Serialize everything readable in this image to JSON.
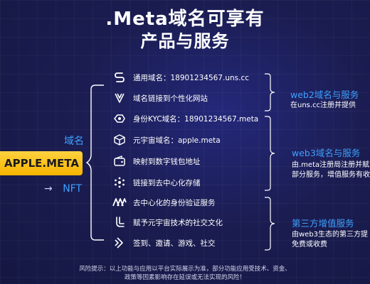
{
  "title": {
    "line1": ".Meta域名可享有",
    "line2": "产品与服务"
  },
  "left": {
    "domain_label": "域名",
    "main_label": "APPLE.META",
    "nft_arrow": "→",
    "nft_label": "NFT"
  },
  "items": [
    {
      "icon": "s-logo-icon",
      "text": "通用域名：18901234567.uns.cc"
    },
    {
      "icon": "v-logo-icon",
      "text": "域名链接到个性化网站"
    },
    {
      "icon": "kyc-id-icon",
      "text": "身份KYC域名：18901234567.meta"
    },
    {
      "icon": "metaverse-cube-icon",
      "text": "元宇宙域名：apple.meta"
    },
    {
      "icon": "wallet-link-icon",
      "text": "映射到数字钱包地址"
    },
    {
      "icon": "decentralized-storage-icon",
      "text": "链接到去中心化存储"
    },
    {
      "icon": "did-identity-icon",
      "text": "去中心化的身份验证服务"
    },
    {
      "icon": "social-culture-icon",
      "text": "赋予元宇宙技术的社交文化"
    },
    {
      "icon": "game-invite-icon",
      "text": "签到、邀请、游戏、社交"
    }
  ],
  "groups": [
    {
      "title": "web2域名与服务",
      "desc": [
        "在uns.cc注册并提供"
      ]
    },
    {
      "title": "web3域名与服务",
      "desc": [
        "由.meta注册局注册并赋",
        "部分服务，增值服务有收"
      ]
    },
    {
      "title": "第三方增值服务",
      "desc": [
        "由web3生态的第三方提",
        "免费或收费"
      ]
    }
  ],
  "footer": {
    "line1": "风险提示：以上功能与应用以平台实际展示为准，部分功能应用受技术、资金、",
    "line2": "政策等因素影响存在延误或无法实现的风险！"
  },
  "colors": {
    "background": "#1b1d52",
    "accent_blue": "#3ea0ff",
    "highlight_yellow": "#f6b400",
    "text": "#ffffff"
  }
}
